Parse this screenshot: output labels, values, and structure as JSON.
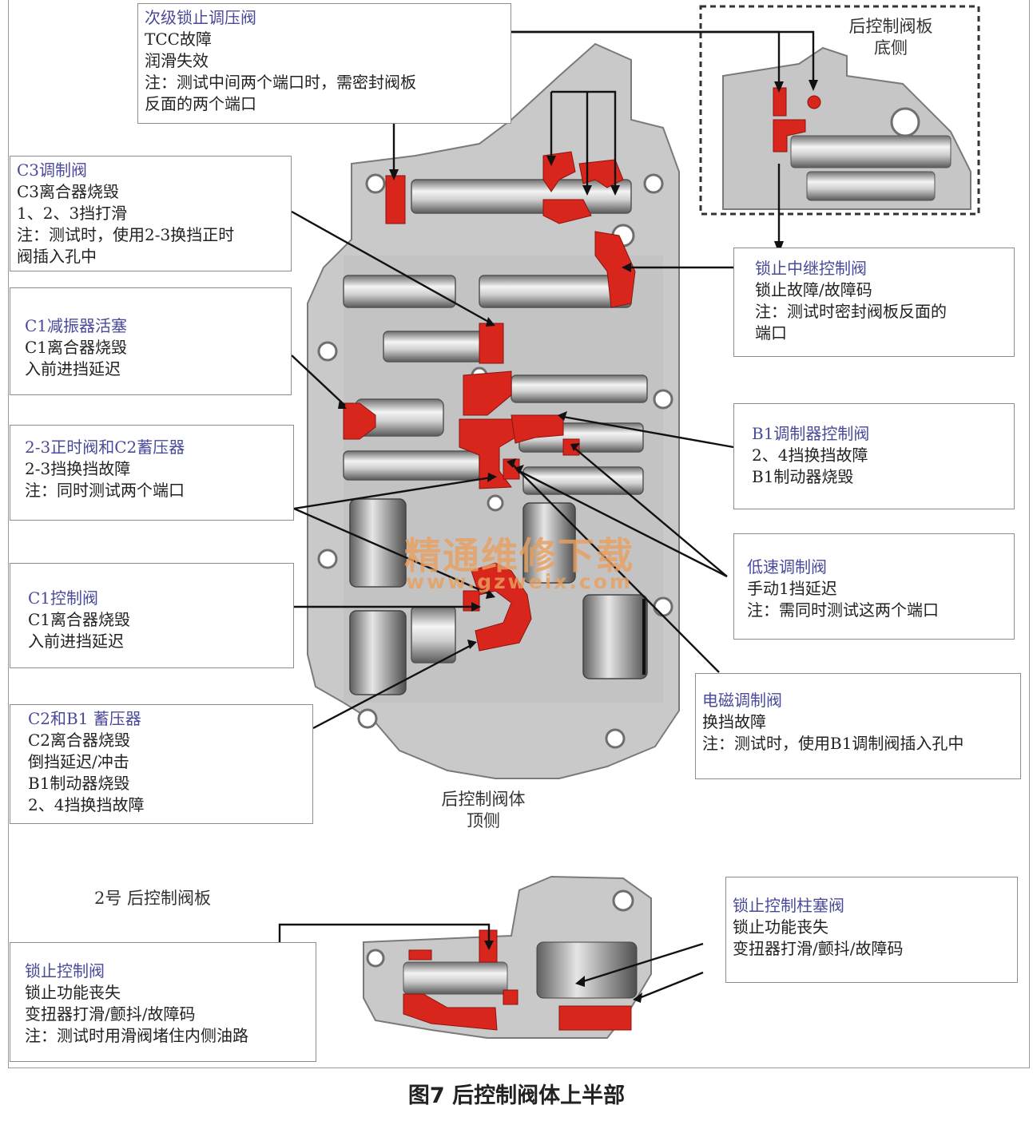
{
  "callouts": {
    "secondary_lockup_regulator": {
      "title": "次级锁止调压阀",
      "lines": [
        "TCC故障",
        "润滑失效",
        "注：测试中间两个端口时，需密封阀板",
        "反面的两个端口"
      ]
    },
    "c3_modulator": {
      "title": "C3调制阀",
      "lines": [
        "C3离合器烧毁",
        "1、2、3挡打滑",
        "注：测试时，使用2-3换挡正时",
        "阀插入孔中"
      ]
    },
    "c1_damper_piston": {
      "title": "C1减振器活塞",
      "lines": [
        "C1离合器烧毁",
        "入前进挡延迟"
      ]
    },
    "timing_2_3_c2_accumulator": {
      "title": "2-3正时阀和C2蓄压器",
      "lines": [
        "2-3挡换挡故障",
        "注：同时测试两个端口"
      ]
    },
    "c1_control": {
      "title": "C1控制阀",
      "lines": [
        "C1离合器烧毁",
        "入前进挡延迟"
      ]
    },
    "c2_b1_accumulator": {
      "title": "C2和B1 蓄压器",
      "lines": [
        "C2离合器烧毁",
        "倒挡延迟/冲击",
        "B1制动器烧毁",
        "2、4挡换挡故障"
      ]
    },
    "lockup_relay_control": {
      "title": "锁止中继控制阀",
      "lines": [
        "锁止故障/故障码",
        "注：测试时密封阀板反面的",
        "端口"
      ]
    },
    "b1_modulator_control": {
      "title": "B1调制器控制阀",
      "lines": [
        "2、4挡换挡故障",
        "B1制动器烧毁"
      ]
    },
    "low_modulator": {
      "title": "低速调制阀",
      "lines": [
        "手动1挡延迟",
        "注：需同时测试这两个端口"
      ]
    },
    "solenoid_modulator": {
      "title": "电磁调制阀",
      "lines": [
        "换挡故障",
        "注：测试时，使用B1调制阀插入孔中"
      ]
    },
    "lockup_control_plunger": {
      "title": "锁止控制柱塞阀",
      "lines": [
        "锁止功能丧失",
        "变扭器打滑/颤抖/故障码"
      ]
    },
    "lockup_control": {
      "title": "锁止控制阀",
      "lines": [
        "锁止功能丧失",
        "变扭器打滑/颤抖/故障码",
        "注：测试时用滑阀堵住内侧油路"
      ]
    }
  },
  "labels": {
    "rear_plate_bottom": [
      "后控制阀板",
      "底侧"
    ],
    "rear_body_top": [
      "后控制阀体",
      "顶侧"
    ],
    "plate_no2": "2号 后控制阀板"
  },
  "watermark": {
    "cn": "精通维修下载",
    "url": "www.gzweix.com"
  },
  "figure_caption": "图7 后控制阀体上半部",
  "colors": {
    "oil_passage": "#d8261c",
    "casting": "#c4c4c4",
    "callout_title": "#4a4a9a",
    "watermark": "#e8a060"
  }
}
